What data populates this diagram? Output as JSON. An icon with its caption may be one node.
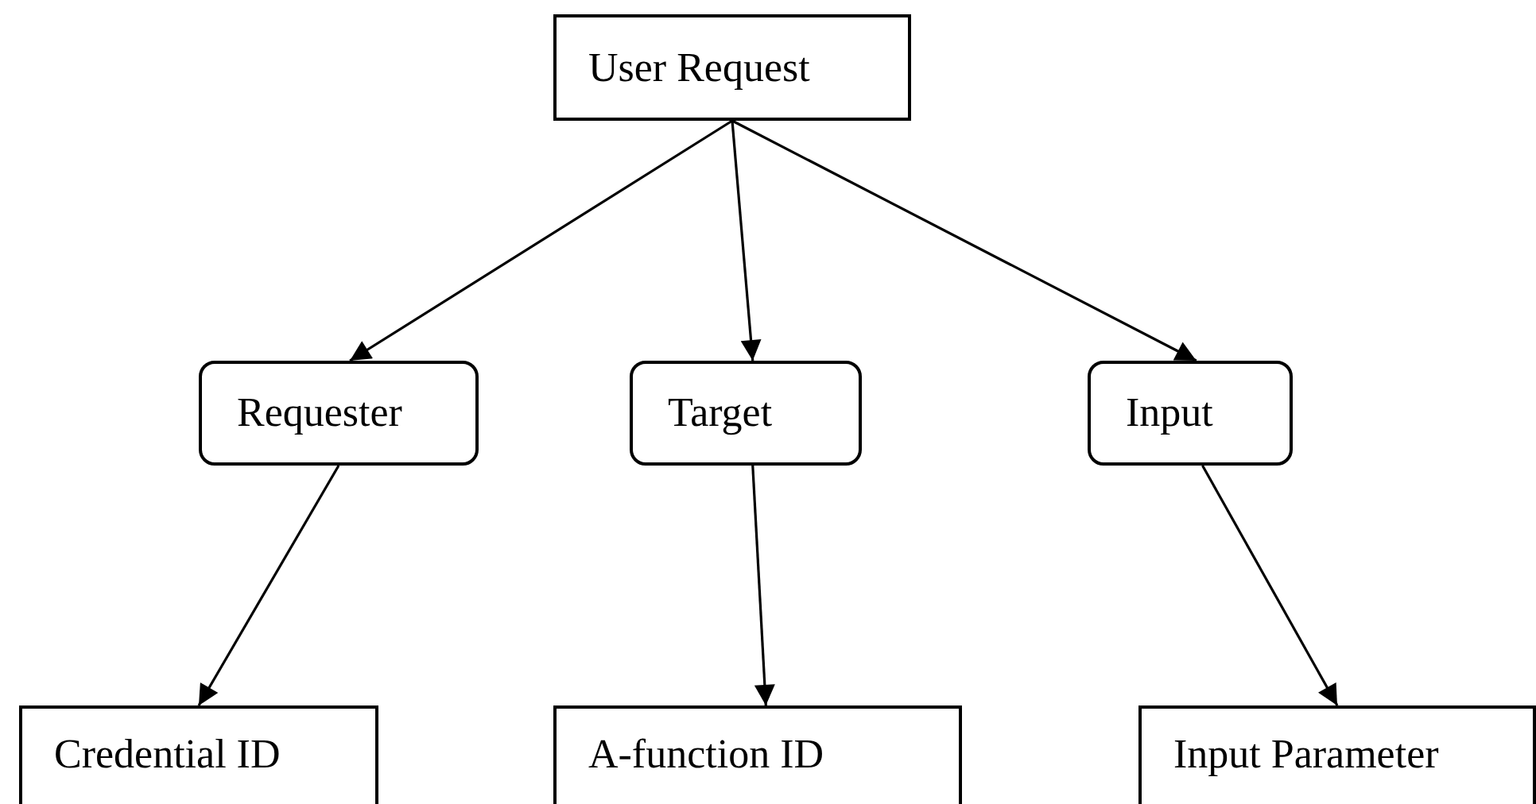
{
  "diagram": {
    "nodes": [
      {
        "text": [
          "User Request"
        ]
      },
      {
        "text": [
          "Requester"
        ]
      },
      {
        "text": [
          "Target"
        ]
      },
      {
        "text": [
          "Input"
        ]
      },
      {
        "text": [
          "Credential ID"
        ]
      },
      {
        "text": [
          "A-function ID"
        ]
      },
      {
        "text": [
          "Input Parameter"
        ]
      }
    ],
    "edges": [
      {
        "from": 0,
        "to": 1,
        "arrow": "to"
      },
      {
        "from": 0,
        "to": 2,
        "arrow": "to"
      },
      {
        "from": 0,
        "to": 3,
        "arrow": "to"
      },
      {
        "from": 1,
        "to": 4,
        "arrow": "to"
      },
      {
        "from": 2,
        "to": 5,
        "arrow": "to"
      },
      {
        "from": 3,
        "to": 6,
        "arrow": "to"
      }
    ]
  }
}
